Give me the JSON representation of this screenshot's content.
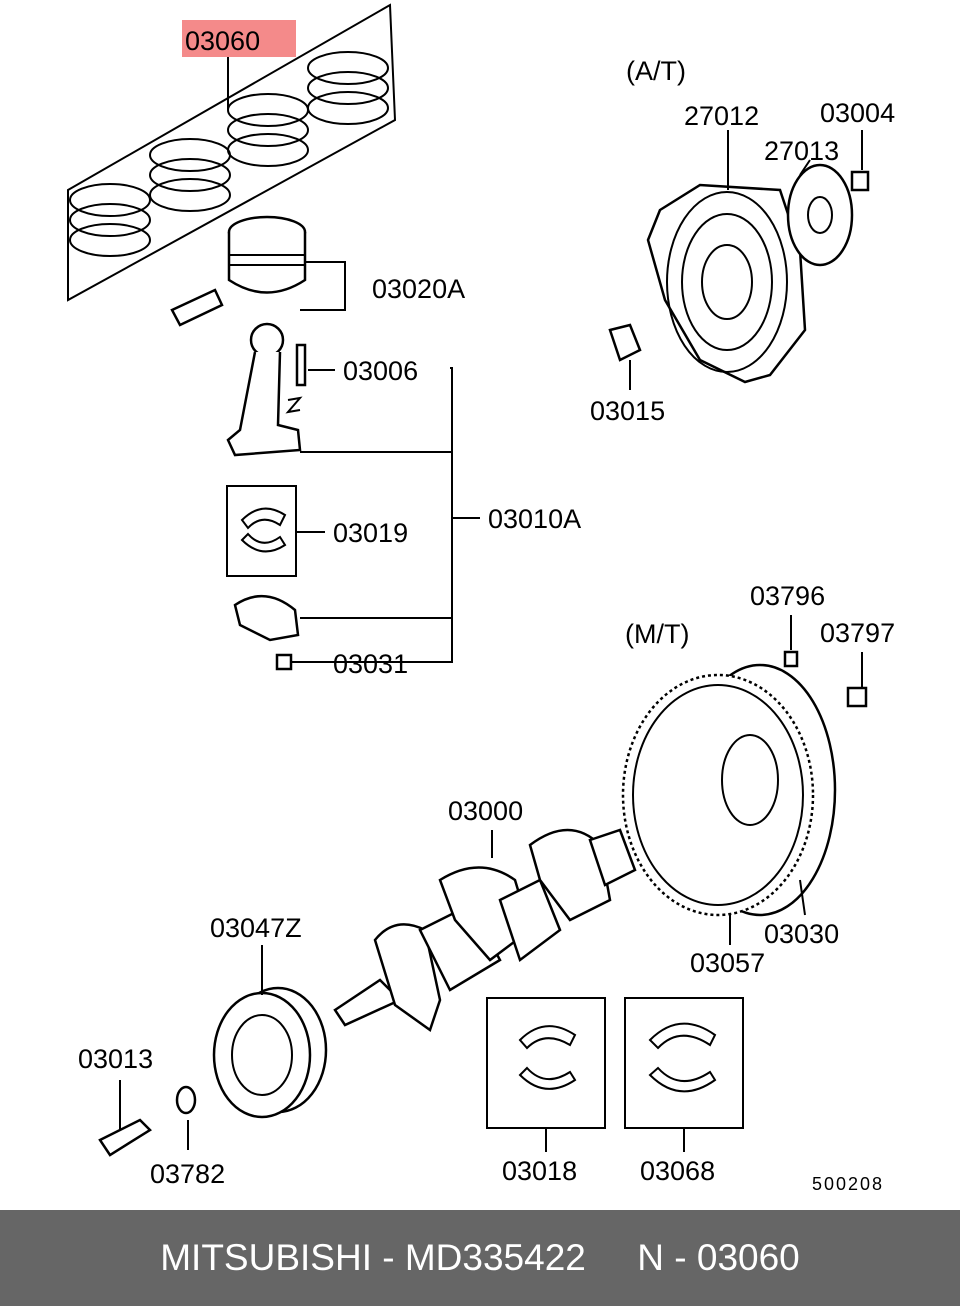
{
  "diagram": {
    "highlight_color": "#f48a8a",
    "highlighted_part": "03060",
    "labels": {
      "p03060": "03060",
      "at": "(A/T)",
      "p27012": "27012",
      "p03004": "03004",
      "p27013": "27013",
      "p03020A": "03020A",
      "p03006": "03006",
      "p03015": "03015",
      "p03010A": "03010A",
      "p03019": "03019",
      "p03031": "03031",
      "p03796": "03796",
      "mt": "(M/T)",
      "p03797": "03797",
      "p03000": "03000",
      "p03047Z": "03047Z",
      "p03030": "03030",
      "p03057": "03057",
      "p03013": "03013",
      "p03782": "03782",
      "p03018": "03018",
      "p03068": "03068",
      "code": "500208"
    }
  },
  "footer": {
    "brand": "MITSUBISHI",
    "part_number": "MD335422",
    "ref": "N - 03060",
    "text": "MITSUBISHI - MD335422     N - 03060"
  }
}
